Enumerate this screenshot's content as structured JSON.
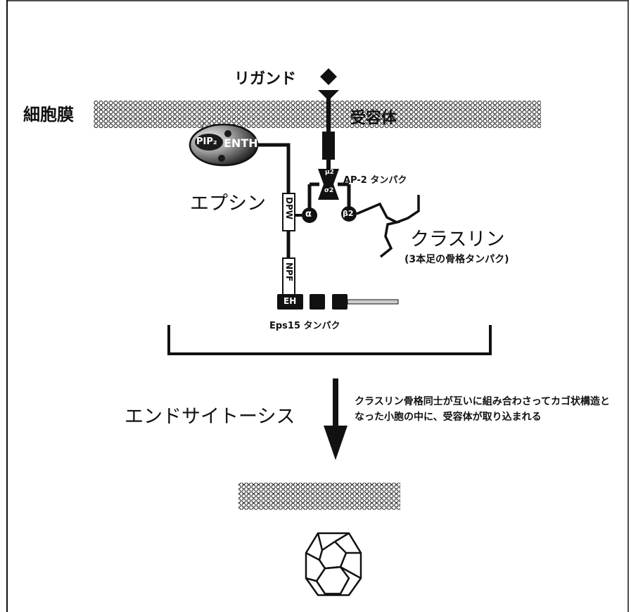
{
  "labels": {
    "ligand": "リガンド",
    "membrane": "細胞膜",
    "receptor": "受容体",
    "pip2": "PIP₂",
    "enth": "ENTH",
    "epsin": "エプシン",
    "ap2": "AP-2 タンパク",
    "alpha": "α",
    "beta2": "β2",
    "mu2": "μ2",
    "sigma2": "σ2",
    "dpw": "DPW",
    "npf": "NPF",
    "eh": "EH",
    "eps15": "Eps15 タンパク",
    "clathrin": "クラスリン",
    "clathrin_note": "(3本足の骨格タンパク)",
    "endocytosis": "エンドサイトーシス",
    "description": "クラスリン骨格同士が互いに組み合わさってカゴ状構造となった小胞の中に、受容体が取り込まれる"
  },
  "colors": {
    "ink": "#111111",
    "membrane_fill": "#d9d9d9",
    "enth_dark": "#1a1a1a",
    "enth_light": "#bfbfbf"
  }
}
